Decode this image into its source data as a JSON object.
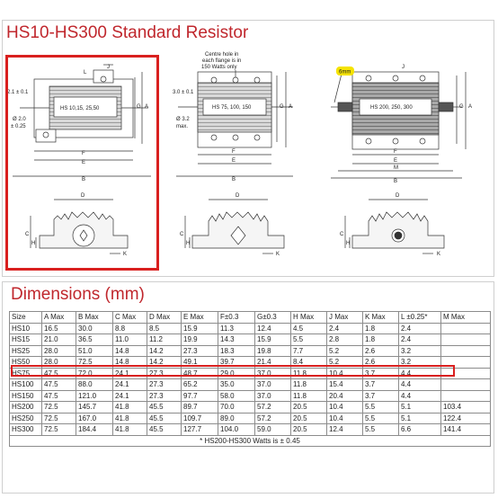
{
  "page": {
    "title": "HS10-HS300 Standard Resistor",
    "dimensions_title": "Dimensions (mm)"
  },
  "drawings": {
    "d1": {
      "body_label": "HS 10,15, 25,50",
      "tol_top": "2.1 ± 0.1",
      "tol_dia_1": "Ø 2.0",
      "tol_dia_2": "± 0.25"
    },
    "d2": {
      "note_1": "Centre hole in",
      "note_2": "each flange is in",
      "note_3": "150 Watts only",
      "body_label": "HS 75, 100, 150",
      "tol_top": "3.0 ± 0.1",
      "tol_dia_1": "Ø 3.2",
      "tol_dia_2": "max."
    },
    "d3": {
      "badge": "6mm",
      "body_label": "HS 200, 250, 300"
    },
    "letters": {
      "a": "A",
      "b": "B",
      "c": "C",
      "d": "D",
      "e": "E",
      "f": "F",
      "g": "G",
      "h": "H",
      "j": "J",
      "k": "K",
      "l": "L",
      "m": "M"
    }
  },
  "table": {
    "headers": [
      "Size",
      "A Max",
      "B Max",
      "C Max",
      "D Max",
      "E Max",
      "F±0.3",
      "G±0.3",
      "H Max",
      "J Max",
      "K Max",
      "L ±0.25*",
      "M Max"
    ],
    "rows": [
      [
        "HS10",
        "16.5",
        "30.0",
        "8.8",
        "8.5",
        "15.9",
        "11.3",
        "12.4",
        "4.5",
        "2.4",
        "1.8",
        "2.4",
        ""
      ],
      [
        "HS15",
        "21.0",
        "36.5",
        "11.0",
        "11.2",
        "19.9",
        "14.3",
        "15.9",
        "5.5",
        "2.8",
        "1.8",
        "2.4",
        ""
      ],
      [
        "HS25",
        "28.0",
        "51.0",
        "14.8",
        "14.2",
        "27.3",
        "18.3",
        "19.8",
        "7.7",
        "5.2",
        "2.6",
        "3.2",
        ""
      ],
      [
        "HS50",
        "28.0",
        "72.5",
        "14.8",
        "14.2",
        "49.1",
        "39.7",
        "21.4",
        "8.4",
        "5.2",
        "2.6",
        "3.2",
        ""
      ],
      [
        "HS75",
        "47.5",
        "72.0",
        "24.1",
        "27.3",
        "48.7",
        "29.0",
        "37.0",
        "11.8",
        "10.4",
        "3.7",
        "4.4",
        ""
      ],
      [
        "HS100",
        "47.5",
        "88.0",
        "24.1",
        "27.3",
        "65.2",
        "35.0",
        "37.0",
        "11.8",
        "15.4",
        "3.7",
        "4.4",
        ""
      ],
      [
        "HS150",
        "47.5",
        "121.0",
        "24.1",
        "27.3",
        "97.7",
        "58.0",
        "37.0",
        "11.8",
        "20.4",
        "3.7",
        "4.4",
        ""
      ],
      [
        "HS200",
        "72.5",
        "145.7",
        "41.8",
        "45.5",
        "89.7",
        "70.0",
        "57.2",
        "20.5",
        "10.4",
        "5.5",
        "5.1",
        "103.4"
      ],
      [
        "HS250",
        "72.5",
        "167.0",
        "41.8",
        "45.5",
        "109.7",
        "89.0",
        "57.2",
        "20.5",
        "10.4",
        "5.5",
        "5.1",
        "122.4"
      ],
      [
        "HS300",
        "72.5",
        "184.4",
        "41.8",
        "45.5",
        "127.7",
        "104.0",
        "59.0",
        "20.5",
        "12.4",
        "5.5",
        "6.6",
        "141.4"
      ]
    ],
    "footnote": "* HS200-HS300 Watts is ± 0.45",
    "highlighted_row": "HS50"
  },
  "colors": {
    "title_red": "#c0272d",
    "highlight_red": "#d9201f",
    "badge_yellow": "#f5e300"
  }
}
